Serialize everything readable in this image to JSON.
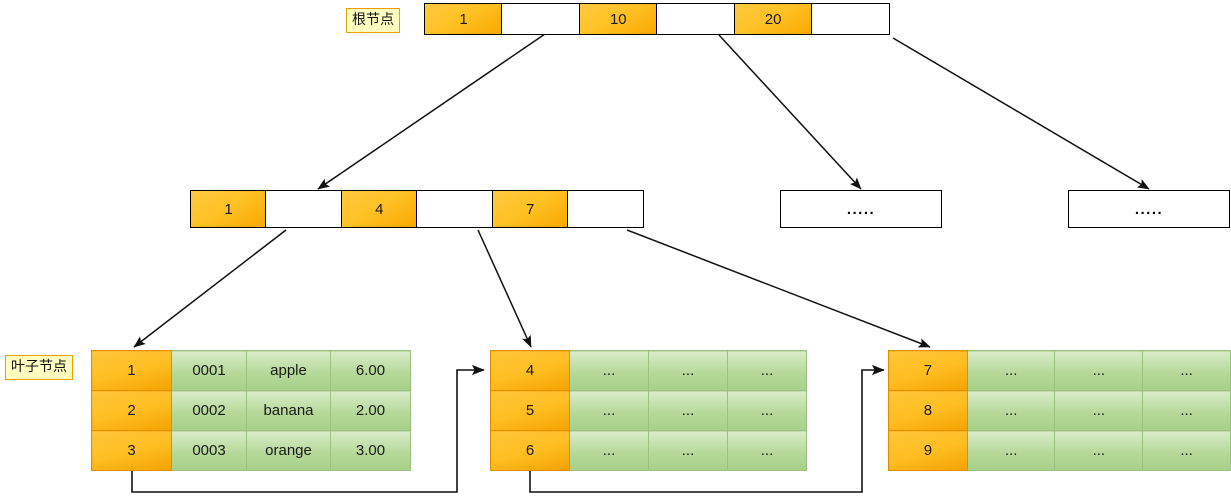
{
  "diagram": {
    "title": "B+Tree index structure",
    "colors": {
      "key_orange": "#ffbe22",
      "leaf_green": "#b6d99a",
      "tag_yellow": "#ffffbf",
      "tag_border": "#e8a000",
      "edge": "#000000"
    }
  },
  "labels": {
    "root": "根节点",
    "leaf": "叶子节点"
  },
  "root_node": {
    "name": "root-node",
    "cells": [
      {
        "type": "key",
        "text": "1"
      },
      {
        "type": "pointer",
        "text": ""
      },
      {
        "type": "key",
        "text": "10"
      },
      {
        "type": "pointer",
        "text": ""
      },
      {
        "type": "key",
        "text": "20"
      },
      {
        "type": "pointer",
        "text": ""
      }
    ]
  },
  "internal_node": {
    "name": "internal-node",
    "cells": [
      {
        "type": "key",
        "text": "1"
      },
      {
        "type": "pointer",
        "text": ""
      },
      {
        "type": "key",
        "text": "4"
      },
      {
        "type": "pointer",
        "text": ""
      },
      {
        "type": "key",
        "text": "7"
      },
      {
        "type": "pointer",
        "text": ""
      }
    ]
  },
  "internal_siblings": [
    {
      "name": "internal-sibling-middle",
      "text": "....."
    },
    {
      "name": "internal-sibling-right",
      "text": "....."
    }
  ],
  "leaf_nodes": [
    {
      "name": "leaf-node-1",
      "rows": [
        {
          "key": "1",
          "cols": [
            "0001",
            "apple",
            "6.00"
          ]
        },
        {
          "key": "2",
          "cols": [
            "0002",
            "banana",
            "2.00"
          ]
        },
        {
          "key": "3",
          "cols": [
            "0003",
            "orange",
            "3.00"
          ]
        }
      ]
    },
    {
      "name": "leaf-node-2",
      "rows": [
        {
          "key": "4",
          "cols": [
            "...",
            "...",
            "..."
          ]
        },
        {
          "key": "5",
          "cols": [
            "...",
            "...",
            "..."
          ]
        },
        {
          "key": "6",
          "cols": [
            "...",
            "...",
            "..."
          ]
        }
      ]
    },
    {
      "name": "leaf-node-3",
      "rows": [
        {
          "key": "7",
          "cols": [
            "...",
            "...",
            "..."
          ]
        },
        {
          "key": "8",
          "cols": [
            "...",
            "...",
            "..."
          ]
        },
        {
          "key": "9",
          "cols": [
            "...",
            "...",
            "..."
          ]
        }
      ]
    }
  ]
}
